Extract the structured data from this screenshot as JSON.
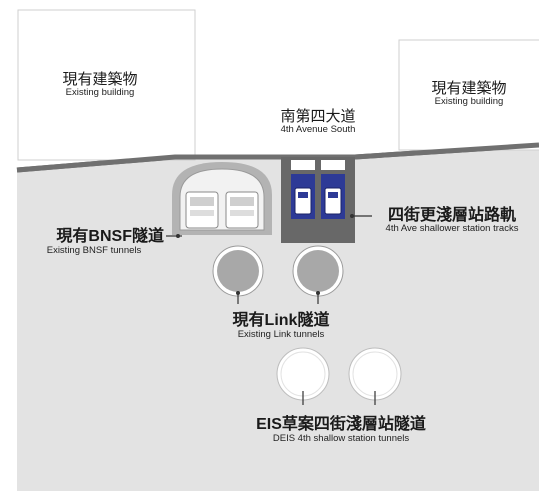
{
  "labels": {
    "building_left": {
      "zh": "現有建築物",
      "en": "Existing building"
    },
    "building_right": {
      "zh": "現有建築物",
      "en": "Existing building"
    },
    "street": {
      "zh": "南第四大道",
      "en": "4th Avenue South"
    },
    "bnsf": {
      "zh_prefix": "現有",
      "zh_bold": "BNSF",
      "zh_suffix": "隧道",
      "en": "Existing BNSF tunnels"
    },
    "shallow_tracks": {
      "zh": "四街更淺層站路軌",
      "en": "4th Ave shallower station tracks"
    },
    "link": {
      "zh_prefix": "現有",
      "zh_bold": "Link",
      "zh_suffix": "隧道",
      "en": "Existing Link tunnels"
    },
    "deis": {
      "zh_bold": "EIS",
      "zh_suffix": "草案四街淺層站隧道",
      "en": "DEIS 4th shallow station tunnels"
    }
  },
  "colors": {
    "ground": "#e3e3e3",
    "surface_line": "#707070",
    "tunnel_gray": "#a8a8a8",
    "station_box": "#686868",
    "train_blue": "#2d3a96"
  }
}
